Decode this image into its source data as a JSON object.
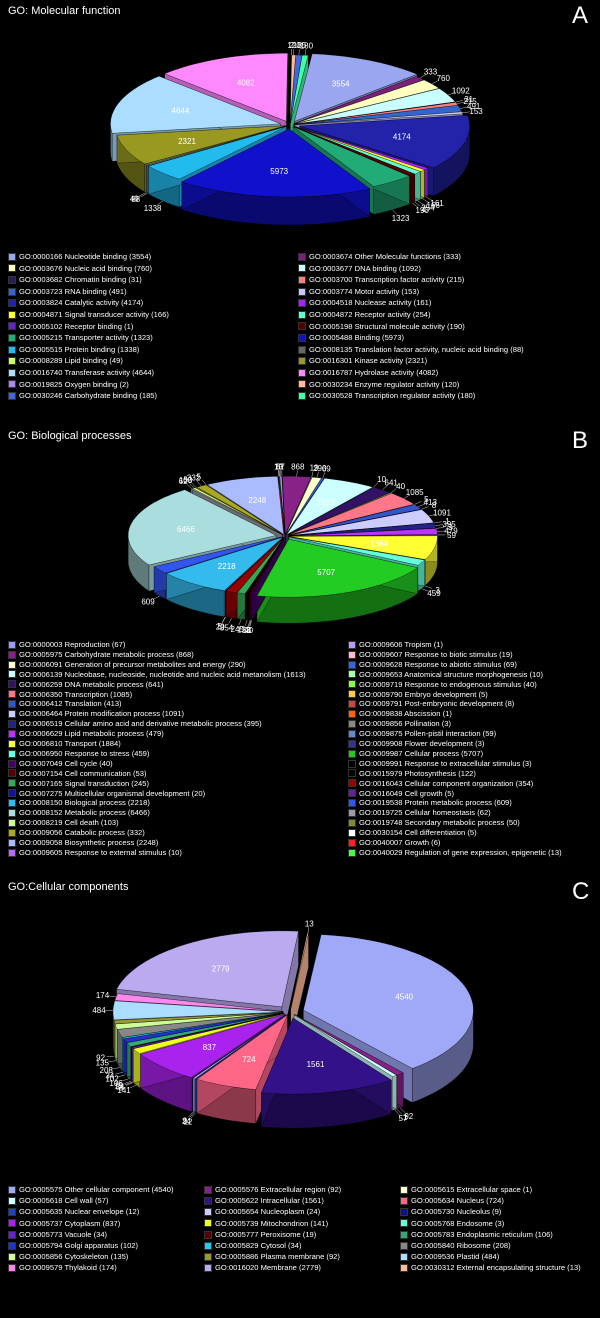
{
  "chart_data": [
    {
      "type": "pie",
      "panel": "A",
      "title": "GO: Molecular function",
      "slices": [
        {
          "label": "GO:0000166 Nucleotide binding (3554)",
          "value": 3554,
          "color": "#9aa6f0"
        },
        {
          "label": "GO:0003674 Other Molecular functions (333)",
          "value": 333,
          "color": "#7a1f7a"
        },
        {
          "label": "GO:0003676 Nucleic acid binding (760)",
          "value": 760,
          "color": "#ffffc0"
        },
        {
          "label": "GO:0003677 DNA binding (1092)",
          "value": 1092,
          "color": "#c8ffff"
        },
        {
          "label": "GO:0003682 Chromatin binding (31)",
          "value": 31,
          "color": "#2a1a60"
        },
        {
          "label": "GO:0003700 Transcription factor activity (215)",
          "value": 215,
          "color": "#ff8080"
        },
        {
          "label": "GO:0003723 RNA binding (491)",
          "value": 491,
          "color": "#3366cc"
        },
        {
          "label": "GO:0003774 Motor activity (153)",
          "value": 153,
          "color": "#c8c8ff"
        },
        {
          "label": "GO:0003824 Catalytic activity (4174)",
          "value": 4174,
          "color": "#2222aa"
        },
        {
          "label": "GO:0004518 Nuclease activity (161)",
          "value": 161,
          "color": "#aa22ff"
        },
        {
          "label": "GO:0004871 Signal transducer activity (166)",
          "value": 166,
          "color": "#ffff33"
        },
        {
          "label": "GO:0004872 Receptor activity (254)",
          "value": 254,
          "color": "#66ffcc"
        },
        {
          "label": "GO:0005102 Receptor binding (1)",
          "value": 1,
          "color": "#6622cc"
        },
        {
          "label": "GO:0005198 Structural molecule activity (190)",
          "value": 190,
          "color": "#550000"
        },
        {
          "label": "GO:0005215 Transporter activity (1323)",
          "value": 1323,
          "color": "#22aa77"
        },
        {
          "label": "GO:0005488 Binding (5973)",
          "value": 5973,
          "color": "#1111cc"
        },
        {
          "label": "GO:0005515 Protein binding (1338)",
          "value": 1338,
          "color": "#22bbee"
        },
        {
          "label": "GO:0008135 Translation factor activity, nucleic acid binding (88)",
          "value": 88,
          "color": "#666666"
        },
        {
          "label": "GO:0008289 Lipid binding (49)",
          "value": 49,
          "color": "#ccff66"
        },
        {
          "label": "GO:0016301 Kinase activity (2321)",
          "value": 2321,
          "color": "#999922"
        },
        {
          "label": "GO:0016740 Transferase activity (4644)",
          "value": 4644,
          "color": "#aaddff"
        },
        {
          "label": "GO:0016787 Hydrolase activity (4082)",
          "value": 4082,
          "color": "#ff88ff"
        },
        {
          "label": "GO:0019825 Oxygen binding (2)",
          "value": 2,
          "color": "#aa88ee"
        },
        {
          "label": "GO:0030234 Enzyme regulator activity (120)",
          "value": 120,
          "color": "#ffbb99"
        },
        {
          "label": "GO:0030246 Carbohydrate binding (185)",
          "value": 185,
          "color": "#4466dd"
        },
        {
          "label": "GO:0030528 Transcription regulator activity (180)",
          "value": 180,
          "color": "#44ffaa"
        }
      ]
    },
    {
      "type": "pie",
      "panel": "B",
      "title": "GO: Biological processes",
      "slices": [
        {
          "label": "GO:0000003 Reproduction (67)",
          "value": 67,
          "color": "#9999ff"
        },
        {
          "label": "GO:0009606 Tropism (1)",
          "value": 1,
          "color": "#bb99ff"
        },
        {
          "label": "GO:0005975 Carbohydrate metabolic process (868)",
          "value": 868,
          "color": "#882288"
        },
        {
          "label": "GO:0009607 Response to biotic stimulus (19)",
          "value": 19,
          "color": "#ffbbcc"
        },
        {
          "label": "GO:0006091 Generation of precursor metabolites and energy (290)",
          "value": 290,
          "color": "#ffffcc"
        },
        {
          "label": "GO:0009628 Response to abiotic stimulus (69)",
          "value": 69,
          "color": "#3366dd"
        },
        {
          "label": "GO:0006139 Nucleobase, nucleoside, nucleotide and nucleic acid metanolism (1613)",
          "value": 1613,
          "color": "#ccffff"
        },
        {
          "label": "GO:0009653 Anatomical structure morphogenesis (10)",
          "value": 10,
          "color": "#aaffaa"
        },
        {
          "label": "GO:0006259 DNA metabolic process (641)",
          "value": 641,
          "color": "#331166"
        },
        {
          "label": "GO:0009719 Response to endogenous stimulus (40)",
          "value": 40,
          "color": "#88ff44"
        },
        {
          "label": "GO:0006350 Transcription (1085)",
          "value": 1085,
          "color": "#ff7788"
        },
        {
          "label": "GO:0009790 Embryo development (5)",
          "value": 5,
          "color": "#ffcc44"
        },
        {
          "label": "GO:0006412 Translation (413)",
          "value": 413,
          "color": "#3355cc"
        },
        {
          "label": "GO:0009791 Post-embryonic development (8)",
          "value": 8,
          "color": "#cc4444"
        },
        {
          "label": "GO:0006464 Protein modification process (1091)",
          "value": 1091,
          "color": "#ccccff"
        },
        {
          "label": "GO:0009838 Abscission (1)",
          "value": 1,
          "color": "#ff6600"
        },
        {
          "label": "GO:0006519 Cellular amino acid and derivative metabolic process (395)",
          "value": 395,
          "color": "#222288"
        },
        {
          "label": "GO:0009856 Pollination (3)",
          "value": 3,
          "color": "#888888"
        },
        {
          "label": "GO:0006629 Lipid metabolic process (479)",
          "value": 479,
          "color": "#bb33ff"
        },
        {
          "label": "GO:0009875 Pollen-pistil interaction (59)",
          "value": 59,
          "color": "#6688cc"
        },
        {
          "label": "GO:0006810 Transport (1884)",
          "value": 1884,
          "color": "#ffff33"
        },
        {
          "label": "GO:0009908 Flower development (3)",
          "value": 3,
          "color": "#333399"
        },
        {
          "label": "GO:0006950 Response to stress (459)",
          "value": 459,
          "color": "#66ffdd"
        },
        {
          "label": "GO:0009987 Cellular process (5707)",
          "value": 5707,
          "color": "#22cc22"
        },
        {
          "label": "GO:0007049 Cell cycle (40)",
          "value": 40,
          "color": "#440066"
        },
        {
          "label": "GO:0009991 Response to extracellular stimulus (3)",
          "value": 3,
          "color": "#000000"
        },
        {
          "label": "GO:0007154 Cell communication (53)",
          "value": 53,
          "color": "#550000"
        },
        {
          "label": "GO:0015979 Photosynthesis (122)",
          "value": 122,
          "color": "#000000"
        },
        {
          "label": "GO:0007165 Signal transduction (245)",
          "value": 245,
          "color": "#33aa55"
        },
        {
          "label": "GO:0016043 Cellular component organization (354)",
          "value": 354,
          "color": "#990000"
        },
        {
          "label": "GO:0007275 Multicellular organismal development (20)",
          "value": 20,
          "color": "#1111aa"
        },
        {
          "label": "GO:0016049 Cell growth (5)",
          "value": 5,
          "color": "#662299"
        },
        {
          "label": "GO:0008150 Biological process (2218)",
          "value": 2218,
          "color": "#33bbee"
        },
        {
          "label": "GO:0019538 Protein metabolic process (609)",
          "value": 609,
          "color": "#3355ee"
        },
        {
          "label": "GO:0008152 Metabolic process (6466)",
          "value": 6466,
          "color": "#aadddd"
        },
        {
          "label": "GO:0019725 Cellular homeostasis (62)",
          "value": 62,
          "color": "#9999aa"
        },
        {
          "label": "GO:0008219 Cell death (103)",
          "value": 103,
          "color": "#ccff88"
        },
        {
          "label": "GO:0019748 Secondary metabolic process (50)",
          "value": 50,
          "color": "#888833"
        },
        {
          "label": "GO:0009056 Catabolic process (332)",
          "value": 332,
          "color": "#aaaa22"
        },
        {
          "label": "GO:0030154 Cell differentiation (5)",
          "value": 5,
          "color": "#ffffff"
        },
        {
          "label": "GO:0009058 Biosynthetic process (2248)",
          "value": 2248,
          "color": "#aabbff"
        },
        {
          "label": "GO:0040007 Growth (6)",
          "value": 6,
          "color": "#ff2222"
        },
        {
          "label": "GO:0009605 Response to external stimulus (10)",
          "value": 10,
          "color": "#bb66ff"
        },
        {
          "label": "GO:0040029 Regulation of gene expression, epigenetic (13)",
          "value": 13,
          "color": "#44ff44"
        }
      ]
    },
    {
      "type": "pie",
      "panel": "C",
      "title": "GO:Cellular components",
      "slices": [
        {
          "label": "GO:0005575 Other cellular component (4540)",
          "value": 4540,
          "color": "#a0a8f8"
        },
        {
          "label": "GO:0005576 Extracellular region (92)",
          "value": 92,
          "color": "#882288"
        },
        {
          "label": "GO:0005615 Extracellular space (1)",
          "value": 1,
          "color": "#ffffcc"
        },
        {
          "label": "GO:0005618 Cell wall (57)",
          "value": 57,
          "color": "#ccffff"
        },
        {
          "label": "GO:0005622 Intracellular (1561)",
          "value": 1561,
          "color": "#331188"
        },
        {
          "label": "GO:0005634 Nucleus (724)",
          "value": 724,
          "color": "#ff6688"
        },
        {
          "label": "GO:0005635 Nuclear envelope (12)",
          "value": 12,
          "color": "#2244bb"
        },
        {
          "label": "GO:0005654 Nucleoplasm (24)",
          "value": 24,
          "color": "#ccccff"
        },
        {
          "label": "GO:0005730 Nucleolus (9)",
          "value": 9,
          "color": "#111188"
        },
        {
          "label": "GO:0005737 Cytoplasm (837)",
          "value": 837,
          "color": "#aa22ee"
        },
        {
          "label": "GO:0005739 Mitochondrion (141)",
          "value": 141,
          "color": "#eeff22"
        },
        {
          "label": "GO:0005768 Endosome (3)",
          "value": 3,
          "color": "#66ffdd"
        },
        {
          "label": "GO:0005773 Vacuole (34)",
          "value": 34,
          "color": "#6622cc"
        },
        {
          "label": "GO:0005777 Peroxisome (19)",
          "value": 19,
          "color": "#550000"
        },
        {
          "label": "GO:0005783 Endoplasmic reticulum (106)",
          "value": 106,
          "color": "#33aa77"
        },
        {
          "label": "GO:0005794 Golgi apparatus (102)",
          "value": 102,
          "color": "#2233cc"
        },
        {
          "label": "GO:0005829 Cytosol (34)",
          "value": 34,
          "color": "#22ccee"
        },
        {
          "label": "GO:0005840 Ribosome (208)",
          "value": 208,
          "color": "#888888"
        },
        {
          "label": "GO:0005856 Cytoskeleton (135)",
          "value": 135,
          "color": "#ccff99"
        },
        {
          "label": "GO:0005886 Plasma membrane (92)",
          "value": 92,
          "color": "#999933"
        },
        {
          "label": "GO:0009536 Plastid (484)",
          "value": 484,
          "color": "#aaddff"
        },
        {
          "label": "GO:0009579 Thylakoid (174)",
          "value": 174,
          "color": "#ff88ee"
        },
        {
          "label": "GO:0016020 Membrane (2779)",
          "value": 2779,
          "color": "#bbaaf0"
        },
        {
          "label": "GO:0030312 External encapsulating structure (13)",
          "value": 13,
          "color": "#ffbb99"
        }
      ]
    }
  ]
}
